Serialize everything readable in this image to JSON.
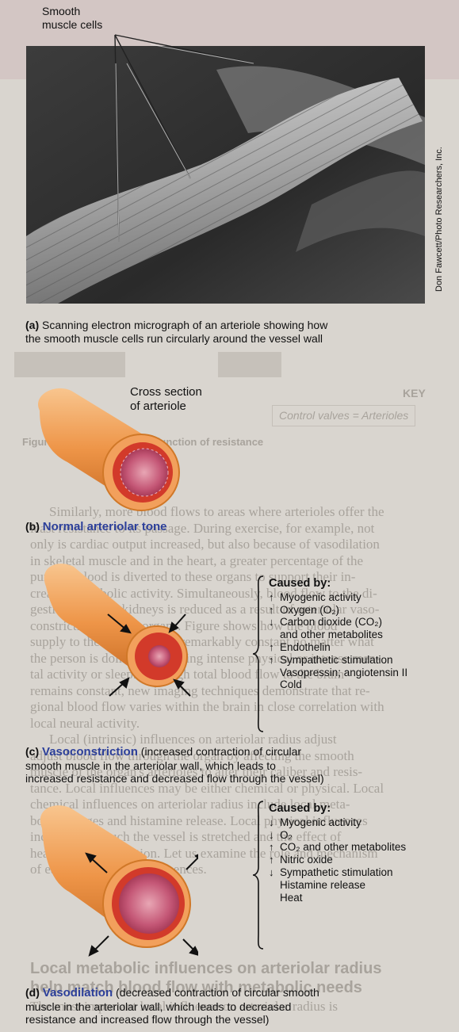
{
  "smooth_label": [
    "Smooth",
    "muscle cells"
  ],
  "credit": "Don Fawcett/Photo Researchers, Inc.",
  "panel_a": {
    "letter": "(a)",
    "caption_1": "Scanning electron micrograph of an arteriole showing how",
    "caption_2": "the smooth muscle cells run circularly around the vessel wall"
  },
  "panel_b": {
    "cross_section": [
      "Cross section",
      "of arteriole"
    ],
    "letter": "(b)",
    "title": "Normal arteriolar tone"
  },
  "panel_c": {
    "caused_by": "Caused by:",
    "items": [
      {
        "arrow": "↑",
        "text": "Myogenic activity"
      },
      {
        "arrow": "↑",
        "text": "Oxygen (O₂)"
      },
      {
        "arrow": "↓",
        "text": "Carbon dioxide (CO₂)"
      },
      {
        "arrow": "",
        "text": "and other metabolites"
      },
      {
        "arrow": "↑",
        "text": "Endothelin"
      },
      {
        "arrow": "↑",
        "text": "Sympathetic stimulation"
      },
      {
        "arrow": "",
        "text": "Vasopressin; angiotensin II"
      },
      {
        "arrow": "",
        "text": "Cold"
      }
    ],
    "letter": "(c)",
    "title": "Vasoconstriction",
    "caption_1": "(increased contraction of circular",
    "caption_2": "smooth muscle in the arteriolar wall, which leads to",
    "caption_3": "increased resistance and decreased flow through the vessel)"
  },
  "panel_d": {
    "caused_by": "Caused by:",
    "items": [
      {
        "arrow": "↓",
        "text": "Myogenic activity"
      },
      {
        "arrow": "↓",
        "text": "O₂"
      },
      {
        "arrow": "↑",
        "text": "CO₂ and other metabolites"
      },
      {
        "arrow": "↑",
        "text": "Nitric oxide"
      },
      {
        "arrow": "↓",
        "text": "Sympathetic stimulation"
      },
      {
        "arrow": "",
        "text": "Histamine release"
      },
      {
        "arrow": "",
        "text": "Heat"
      }
    ],
    "letter": "(d)",
    "title": "Vasodilation",
    "caption_1": "(decreased contraction of circular smooth",
    "caption_2": "muscle in the arteriolar wall, which leads to decreased",
    "caption_3": "resistance and increased flow through the vessel)"
  },
  "background_text": {
    "key_title": "KEY",
    "key_text": "Control valves = Arterioles",
    "figure_caption": "Figure 10-11 Flow rate as a function of resistance",
    "paragraph": [
      "Similarly, more blood flows to areas where arterioles offer the",
      "least resistance to its passage. During exercise, for example, not",
      "only is cardiac output increased, but also because of vasodilation",
      "in skeletal muscle and in the heart, a greater percentage of the",
      "pumped blood is diverted to these organs to support their in-",
      "creased metabolic activity. Simultaneously, blood flow to the di-",
      "gestive tract and kidneys is reduced as a result of arteriolar vaso-",
      "constriction in these organs. Figure shows how the blood",
      "supply to the brain remains remarkably constant no matter what",
      "the person is doing, even during intense physical or intense men-",
      "tal activity or sleep. Although total blood flow to the brain",
      "remains constant, new imaging techniques demonstrate that re-",
      "gional blood flow varies within the brain in close correlation with",
      "local neural activity.",
      "Local (intrinsic) influences on arteriolar radius adjust",
      "adjust blood flow through the organ by affecting the smooth",
      "muscle of the organ's arterioles to alter their caliber and resis-",
      "tance. Local influences may be either chemical or physical. Local",
      "chemical influences on arteriolar radius include local meta-",
      "bolic changes and histamine release. Local physical influences",
      "include how much the vessel is stretched and the effect of",
      "heat or cold application. Let us examine the role and mechanism",
      "of each of these local influences."
    ],
    "heading_1": "Local metabolic influences on arteriolar radius",
    "heading_2": "help match blood flow with metabolic needs",
    "last_line": "The most important local influence on arteriolar radius is"
  }
}
